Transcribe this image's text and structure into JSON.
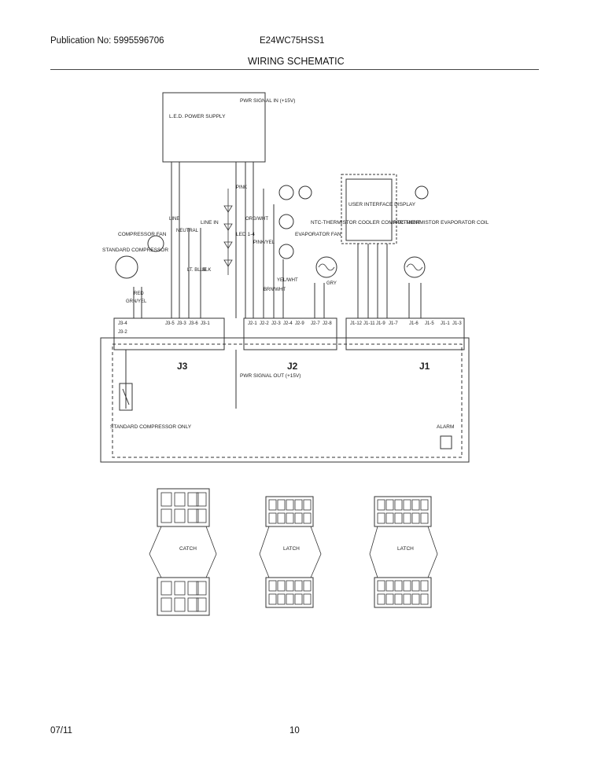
{
  "header": {
    "publication": "Publication No: 5995596706",
    "model": "E24WC75HSS1",
    "title": "WIRING SCHEMATIC"
  },
  "footer": {
    "date": "07/11",
    "page": "10"
  },
  "schematic": {
    "connector_j1": "J1",
    "connector_j2": "J2",
    "connector_j3": "J3",
    "led_power_supply": "L.E.D. POWER SUPPLY",
    "user_interface": "USER INTERFACE DISPLAY",
    "compressor_fan": "COMPRESSOR FAN",
    "standard_compressor": "STANDARD COMPRESSOR",
    "evap_coil_ntc": "NTC-THERMISTOR EVAPORATOR COIL",
    "cooler_ntc": "NTC-THERMISTOR COOLER COMPARTMENT",
    "evap_fan": "EVAPORATOR FAN",
    "led_label": "LED 1-4",
    "line_in": "LINE IN",
    "pwr_signal_in": "PWR SIGNAL IN (+15V)",
    "pwr_signal_out": "PWR SIGNAL OUT (+15V)",
    "alarm": "ALARM",
    "standard_compressor_only": "STANDARD COMPRESSOR ONLY",
    "catch": "CATCH",
    "latch": "LATCH"
  },
  "wire_colors": {
    "red": "RED",
    "blk": "BLK",
    "gry": "GRY",
    "pink": "PINK",
    "lt_blue": "LT. BLUE",
    "neutral": "NEUTRAL",
    "line": "LINE",
    "grn_yel": "GRN/YEL",
    "brn_wht": "BRN/WHT",
    "yel_wht": "YEL/WHT",
    "pink_yel": "PINK/YEL",
    "org_wht": "ORG/WHT"
  }
}
